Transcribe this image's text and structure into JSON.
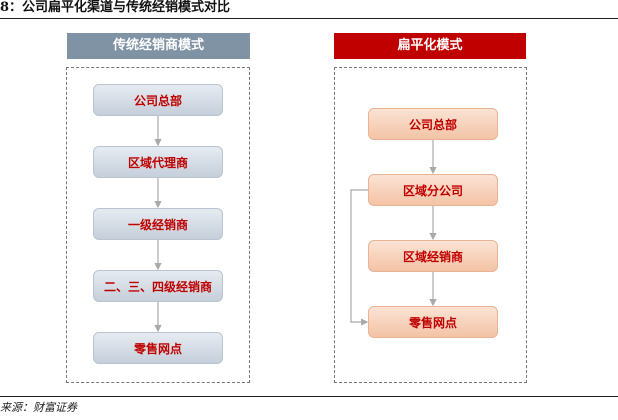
{
  "figure": {
    "title": "8：公司扁平化渠道与传统经销模式对比",
    "source": "来源：财富证券"
  },
  "traditional": {
    "title": "传统经销商模式",
    "nodes": [
      "公司总部",
      "区域代理商",
      "一级经销商",
      "二、三、四级经销商",
      "零售网点"
    ]
  },
  "flat": {
    "title": "扁平化模式",
    "nodes": [
      "公司总部",
      "区域分公司",
      "区域经销商",
      "零售网点"
    ]
  },
  "colors": {
    "traditional_header": "#7f93a5",
    "flat_header": "#c00000",
    "node_text": "#c00000",
    "connector": "#a9a9a9"
  }
}
